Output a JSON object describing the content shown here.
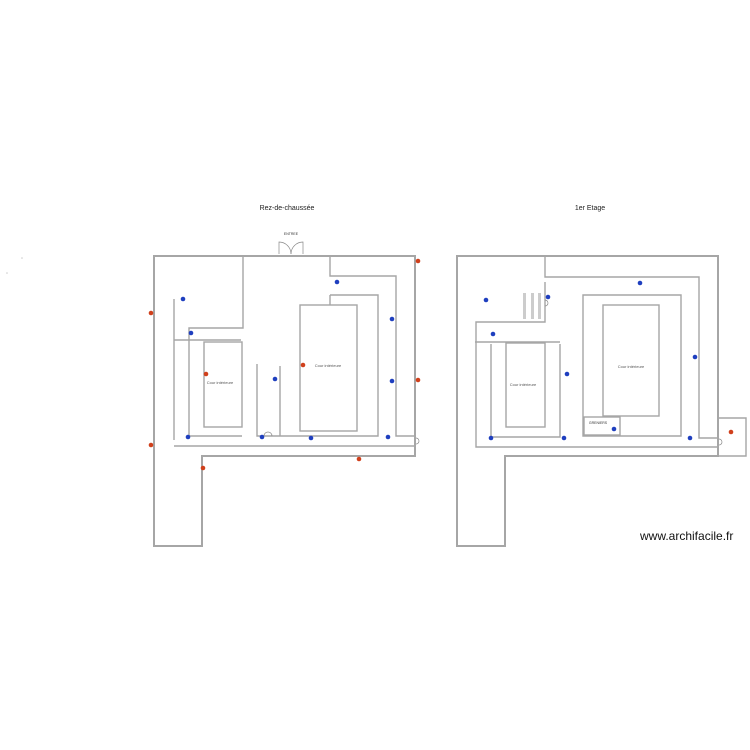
{
  "floors": [
    {
      "title": "Rez-de-chaussée",
      "entrance_label": "ENTREE",
      "rooms": [
        {
          "label": "Cour intérieure"
        },
        {
          "label": "Cour intérieure"
        }
      ]
    },
    {
      "title": "1er Etage",
      "rooms": [
        {
          "label": "Cour intérieure"
        },
        {
          "label": "Cour intérieure"
        },
        {
          "label": "GRENIERS"
        }
      ]
    }
  ],
  "watermark": "www.archifacile.fr",
  "colors": {
    "wall": "#a6a6a6",
    "marker_blue": "#1f3fbf",
    "marker_red": "#d0401c"
  }
}
